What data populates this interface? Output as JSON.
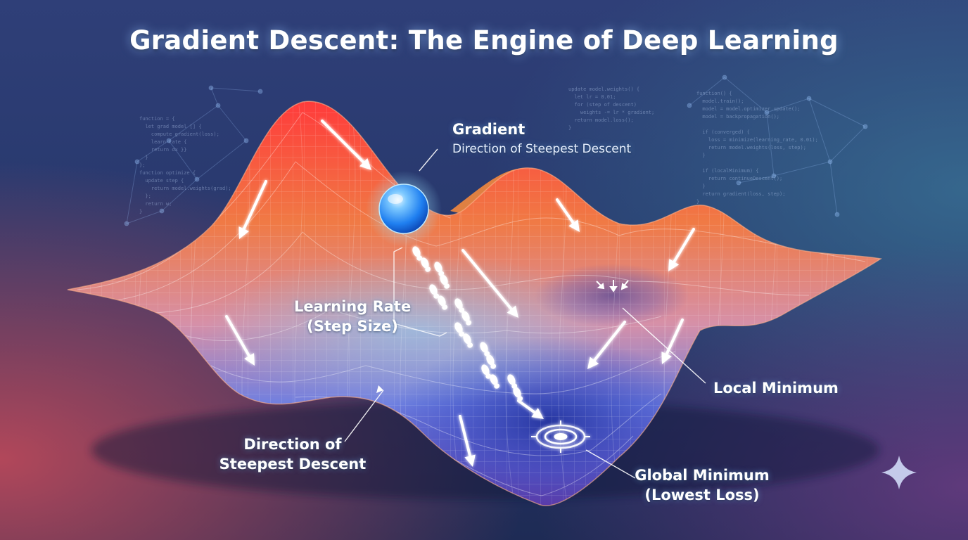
{
  "title": "Gradient Descent: The Engine of Deep Learning",
  "labels": {
    "gradient": {
      "title": "Gradient",
      "subtitle": "Direction of Steepest Descent"
    },
    "learning_rate": {
      "line1": "Learning Rate",
      "line2": "(Step Size)"
    },
    "direction": {
      "line1": "Direction of",
      "line2": "Steepest Descent"
    },
    "local_minimum": "Local Minimum",
    "global_minimum": {
      "line1": "Global Minimum",
      "line2": "(Lowest Loss)"
    }
  },
  "code_snippets": {
    "left": "function = {\n  let grad model [] {\n    compute gradient(loss);\n    learn rate {\n    return dx }}\n  }\n};\nfunction optimize {\n  update step {\n    return model.weights(grad);\n  };\n  return w;\n}",
    "top": "update model.weights() {\n  let lr = 0.01;\n  for (step of descent)\n    weights -= lr * gradient;\n  return model.loss();\n}",
    "right": "function() {\n  model.train();\n  model = model.optimizer.update();\n  model = backpropagation();\n\n  if (converged) {\n    loss = minimize(learning_rate, 0.01);\n    return model.weights(loss, step);\n  }\n\n  if (localMinimum) {\n    return continueDescent();\n  }\n  return gradient(loss, step);\n}"
  },
  "colors": {
    "background_top": "#2b3a70",
    "background_left": "#c24a5a",
    "background_right": "#3b6a8a",
    "peak": "#ff3b3b",
    "surface_mid": "#f08a4a",
    "valley": "#3a4bc0",
    "glow": "#7fd0ff",
    "ball": "#2a8cff"
  },
  "icons": [
    "ball-marker",
    "footprint-icon",
    "target-icon",
    "sparkle-icon",
    "arrow-icon"
  ]
}
